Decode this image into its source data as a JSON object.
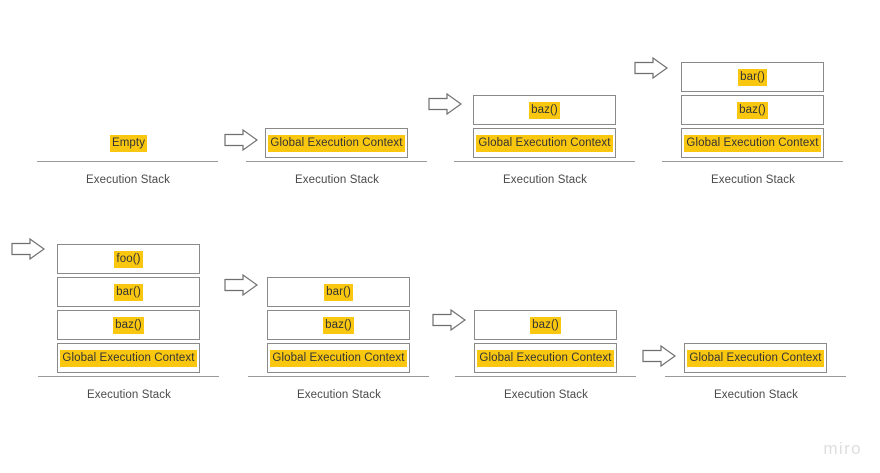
{
  "diagram": {
    "title": "JavaScript Execution Stack / Call Stack progression",
    "caption_label": "Execution Stack",
    "highlight_color": "#fac710",
    "border_color": "#8a8a8a",
    "text_color": "#333333",
    "arrow_icon_name": "right-block-arrow-icon",
    "groups": [
      {
        "id": "stack-1",
        "frames": [
          "Empty"
        ],
        "frames_boxed": false,
        "caption": "Execution Stack",
        "has_arrow_before": false
      },
      {
        "id": "stack-2",
        "frames": [
          "Global Execution Context"
        ],
        "frames_boxed": true,
        "caption": "Execution Stack",
        "has_arrow_before": true
      },
      {
        "id": "stack-3",
        "frames": [
          "baz()",
          "Global Execution Context"
        ],
        "frames_boxed": true,
        "caption": "Execution Stack",
        "has_arrow_before": true
      },
      {
        "id": "stack-4",
        "frames": [
          "bar()",
          "baz()",
          "Global Execution Context"
        ],
        "frames_boxed": true,
        "caption": "Execution Stack",
        "has_arrow_before": true
      },
      {
        "id": "stack-5",
        "frames": [
          "foo()",
          "bar()",
          "baz()",
          "Global Execution Context"
        ],
        "frames_boxed": true,
        "caption": "Execution Stack",
        "has_arrow_before": true
      },
      {
        "id": "stack-6",
        "frames": [
          "bar()",
          "baz()",
          "Global Execution Context"
        ],
        "frames_boxed": true,
        "caption": "Execution Stack",
        "has_arrow_before": true
      },
      {
        "id": "stack-7",
        "frames": [
          "baz()",
          "Global Execution Context"
        ],
        "frames_boxed": true,
        "caption": "Execution Stack",
        "has_arrow_before": true
      },
      {
        "id": "stack-8",
        "frames": [
          "Global Execution Context"
        ],
        "frames_boxed": true,
        "caption": "Execution Stack",
        "has_arrow_before": true
      }
    ]
  },
  "watermark": {
    "label": "miro"
  }
}
